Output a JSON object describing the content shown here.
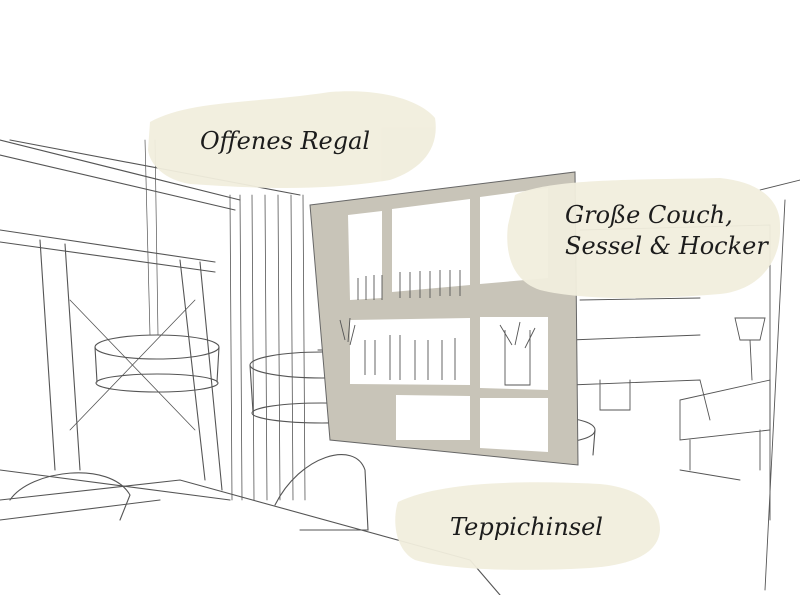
{
  "scene": {
    "annotations": [
      {
        "id": "regal",
        "lines": [
          "Offenes Regal"
        ]
      },
      {
        "id": "couch",
        "lines": [
          "Große Couch,",
          "Sessel & Hocker"
        ]
      },
      {
        "id": "teppich",
        "lines": [
          "Teppichinsel"
        ]
      }
    ],
    "colors": {
      "shelf": "#c8c4b8",
      "brush": "#f1eedd",
      "line": "#555555"
    }
  }
}
